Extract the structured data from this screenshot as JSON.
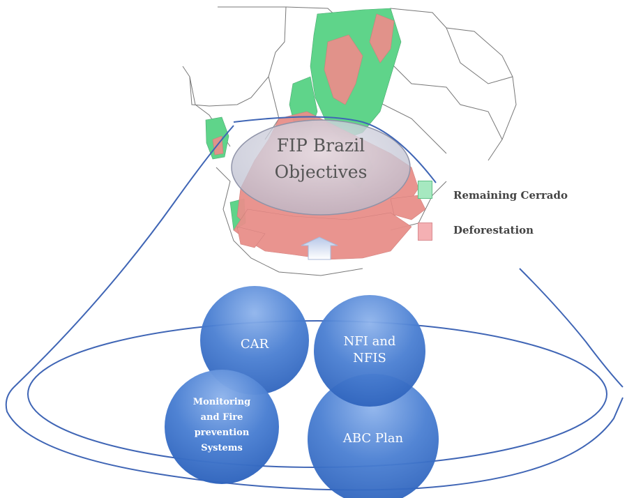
{
  "colors": {
    "remaining": "#5fd48a",
    "deforestation": "#e88f8a",
    "outline": "#3f65b5",
    "circle": "#3d74cc"
  },
  "central": {
    "line1": "FIP Brazil",
    "line2": "Objectives"
  },
  "legend": [
    {
      "label": "Remaining Cerrado",
      "color": "#a6e8c0",
      "border": "#5fbf85"
    },
    {
      "label": "Deforestation",
      "color": "#f4b0b3",
      "border": "#d98c90"
    }
  ],
  "circles": {
    "car": "CAR",
    "nfi_line1": "NFI and",
    "nfi_line2": "NFIS",
    "monitoring_line1": "Monitoring",
    "monitoring_line2": "and Fire",
    "monitoring_line3": "prevention",
    "monitoring_line4": "Systems",
    "abc": "ABC Plan"
  },
  "icons": {
    "arrow": "up-arrow-icon",
    "map": "cerrado-map"
  }
}
